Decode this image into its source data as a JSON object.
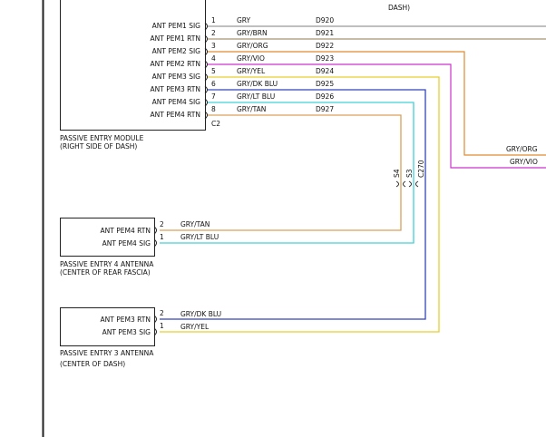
{
  "top_right_fragment": "DASH)",
  "pem": {
    "name": "PASSIVE ENTRY MODULE",
    "location": "(RIGHT SIDE OF DASH)",
    "connector": "C2",
    "pins": [
      {
        "label": "ANT PEM1 SIG",
        "pin": "1",
        "wire": "GRY",
        "circuit": "D920",
        "color": "#999999"
      },
      {
        "label": "ANT PEM1 RTN",
        "pin": "2",
        "wire": "GRY/BRN",
        "circuit": "D921",
        "color": "#a89470"
      },
      {
        "label": "ANT PEM2 SIG",
        "pin": "3",
        "wire": "GRY/ORG",
        "circuit": "D922",
        "color": "#e08a2e"
      },
      {
        "label": "ANT PEM2 RTN",
        "pin": "4",
        "wire": "GRY/VIO",
        "circuit": "D923",
        "color": "#cc33cc"
      },
      {
        "label": "ANT PEM3 SIG",
        "pin": "5",
        "wire": "GRY/YEL",
        "circuit": "D924",
        "color": "#e6cf2e"
      },
      {
        "label": "ANT PEM3 RTN",
        "pin": "6",
        "wire": "GRY/DK BLU",
        "circuit": "D925",
        "color": "#3344bb"
      },
      {
        "label": "ANT PEM4 SIG",
        "pin": "7",
        "wire": "GRY/LT BLU",
        "circuit": "D926",
        "color": "#40d0d8"
      },
      {
        "label": "ANT PEM4 RTN",
        "pin": "8",
        "wire": "GRY/TAN",
        "circuit": "D927",
        "color": "#d9a05a"
      }
    ]
  },
  "right_wires": [
    {
      "label": "GRY/ORG"
    },
    {
      "label": "GRY/VIO"
    }
  ],
  "splices": [
    "S4",
    "S3",
    "C270"
  ],
  "antenna4": {
    "name": "PASSIVE ENTRY 4 ANTENNA",
    "location": "(CENTER OF REAR FASCIA)",
    "pins": [
      {
        "label": "ANT PEM4 RTN",
        "pin": "2",
        "wire": "GRY/TAN"
      },
      {
        "label": "ANT PEM4 SIG",
        "pin": "1",
        "wire": "GRY/LT BLU"
      }
    ]
  },
  "antenna3": {
    "name": "PASSIVE ENTRY 3 ANTENNA",
    "location": "(CENTER OF DASH)",
    "pins": [
      {
        "label": "ANT PEM3 RTN",
        "pin": "2",
        "wire": "GRY/DK BLU"
      },
      {
        "label": "ANT PEM3 SIG",
        "pin": "1",
        "wire": "GRY/YEL"
      }
    ]
  },
  "colors": {
    "line": "#222222",
    "tan": "#d9a05a",
    "lt_blu": "#40d0d8",
    "dk_blu": "#3344bb",
    "yel": "#e6cf2e",
    "org": "#e08a2e",
    "vio": "#cc33cc"
  }
}
